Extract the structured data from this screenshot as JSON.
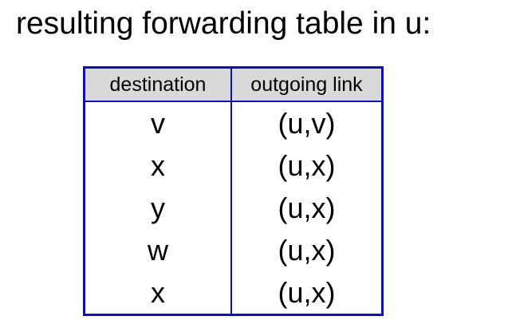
{
  "page": {
    "title": "resulting forwarding table in u:"
  },
  "colors": {
    "border_blue": "#0F0FB8",
    "header_bg": "#D9D9D9",
    "text": "#000000",
    "background": "#FFFFFF"
  },
  "table": {
    "columns": [
      {
        "label": "destination"
      },
      {
        "label": "outgoing link"
      }
    ],
    "rows": [
      {
        "destination": "v",
        "outgoing_link": "(u,v)"
      },
      {
        "destination": "x",
        "outgoing_link": "(u,x)"
      },
      {
        "destination": "y",
        "outgoing_link": "(u,x)"
      },
      {
        "destination": "w",
        "outgoing_link": "(u,x)"
      },
      {
        "destination": "x",
        "outgoing_link": "(u,x)"
      }
    ]
  }
}
